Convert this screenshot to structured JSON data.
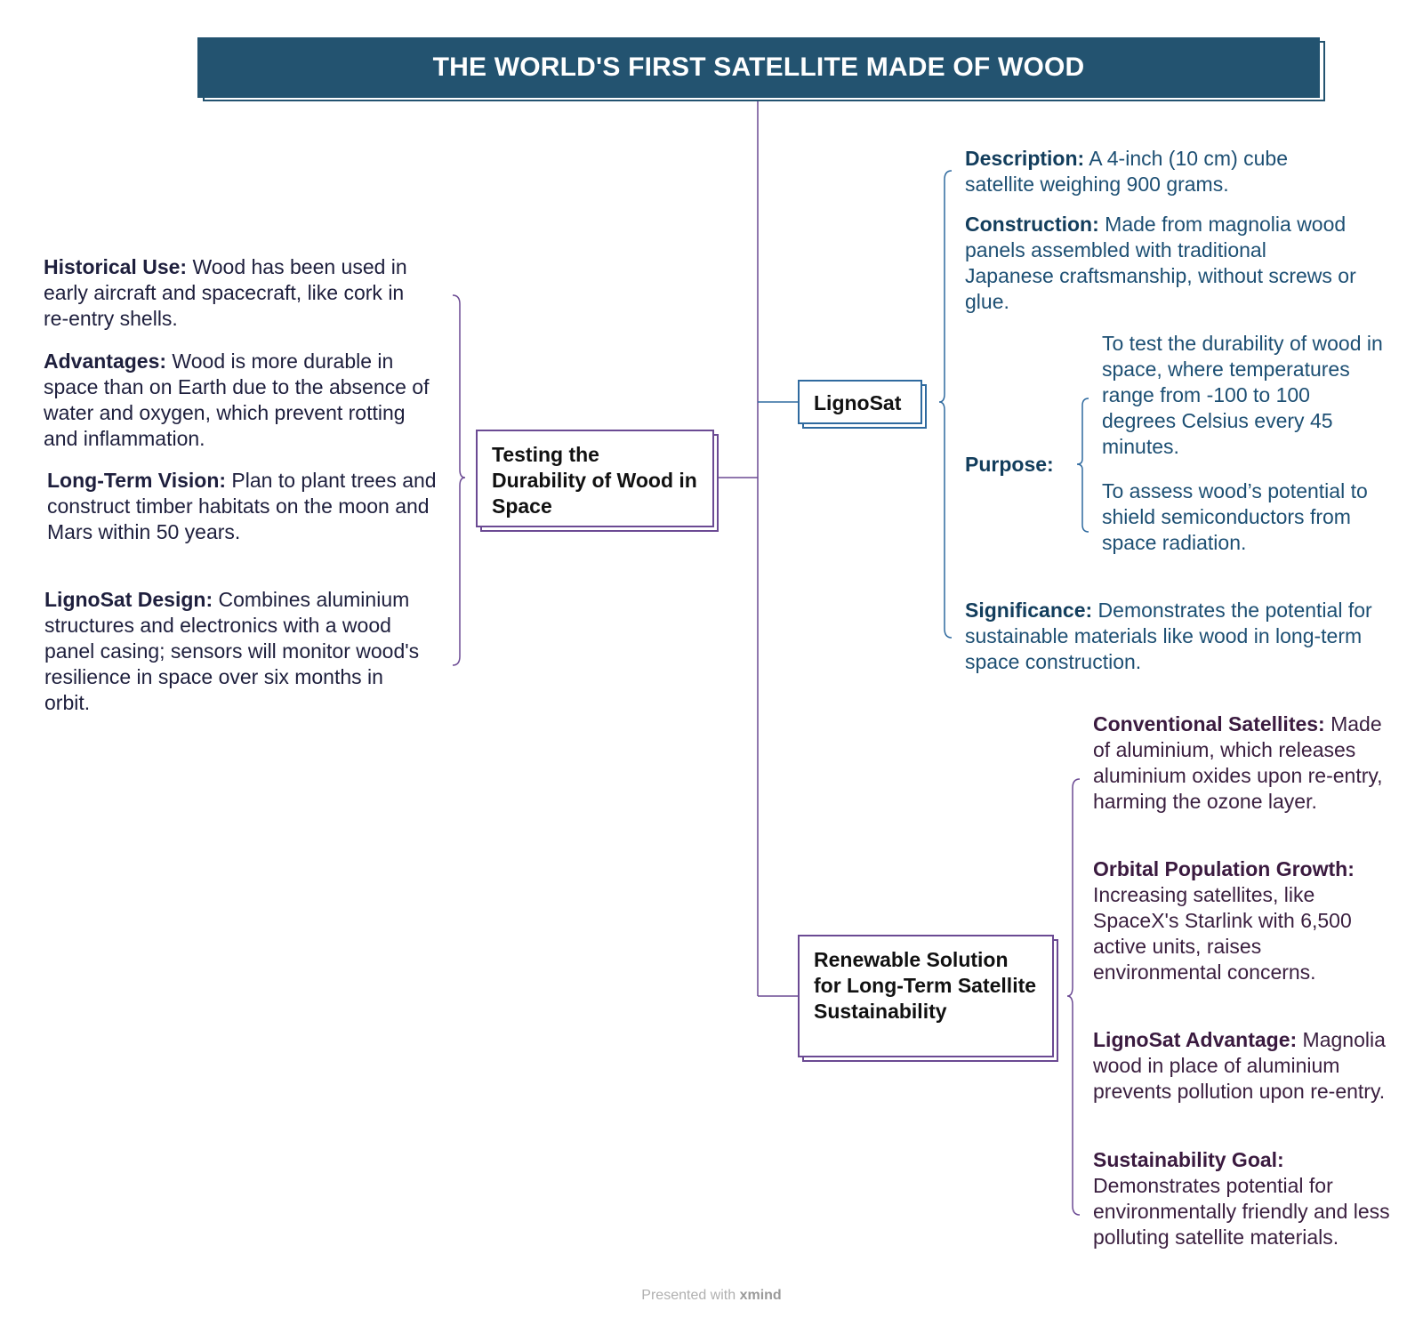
{
  "title": "THE WORLD'S FIRST SATELLITE MADE OF WOOD",
  "topics": {
    "testing": {
      "label": "Testing the Durability of Wood in Space",
      "items": [
        {
          "heading": "Historical Use:",
          "text": " Wood has been used in early aircraft and spacecraft, like cork in re-entry shells."
        },
        {
          "heading": "Advantages:",
          "text": " Wood is more durable in space than on Earth due to the absence of water and oxygen, which prevent rotting and inflammation."
        },
        {
          "heading": "Long-Term Vision:",
          "text": " Plan to plant trees and construct timber habitats on the moon and Mars within 50 years."
        },
        {
          "heading": "LignoSat Design:",
          "text": " Combines aluminium structures and electronics with a wood panel casing; sensors will monitor wood's resilience in space over six months in orbit."
        }
      ]
    },
    "lignosat": {
      "label": "LignoSat",
      "description": {
        "heading": "Description:",
        "text": " A 4-inch (10 cm) cube satellite weighing 900 grams."
      },
      "construction": {
        "heading": "Construction:",
        "text": " Made from magnolia wood panels assembled with traditional Japanese craftsmanship, without screws or glue."
      },
      "purpose": {
        "heading": "Purpose:",
        "items": [
          "To test the durability of wood in space, where temperatures range from -100 to 100 degrees Celsius every 45 minutes.",
          "To assess wood’s potential to shield semiconductors from space radiation."
        ]
      },
      "significance": {
        "heading": "Significance:",
        "text": " Demonstrates the potential for sustainable materials like wood in long-term space construction."
      }
    },
    "renewable": {
      "label": "Renewable Solution for Long-Term Satellite Sustainability",
      "items": [
        {
          "heading": "Conventional Satellites:",
          "text": " Made of aluminium, which releases aluminium oxides upon re-entry, harming the ozone layer."
        },
        {
          "heading": "Orbital Population Growth:",
          "text": " Increasing satellites, like SpaceX's Starlink with 6,500 active units, raises environmental concerns."
        },
        {
          "heading": "LignoSat Advantage:",
          "text": " Magnolia wood in place of aluminium prevents pollution upon re-entry."
        },
        {
          "heading": "Sustainability Goal:",
          "text": " Demonstrates potential for environmentally friendly and less polluting satellite materials."
        }
      ]
    }
  },
  "footer": {
    "prefix": "Presented with ",
    "brand": "xmind"
  },
  "colors": {
    "title_bg": "#235370",
    "purple_line": "#6b4a93",
    "blue_line": "#2f6a9f"
  }
}
